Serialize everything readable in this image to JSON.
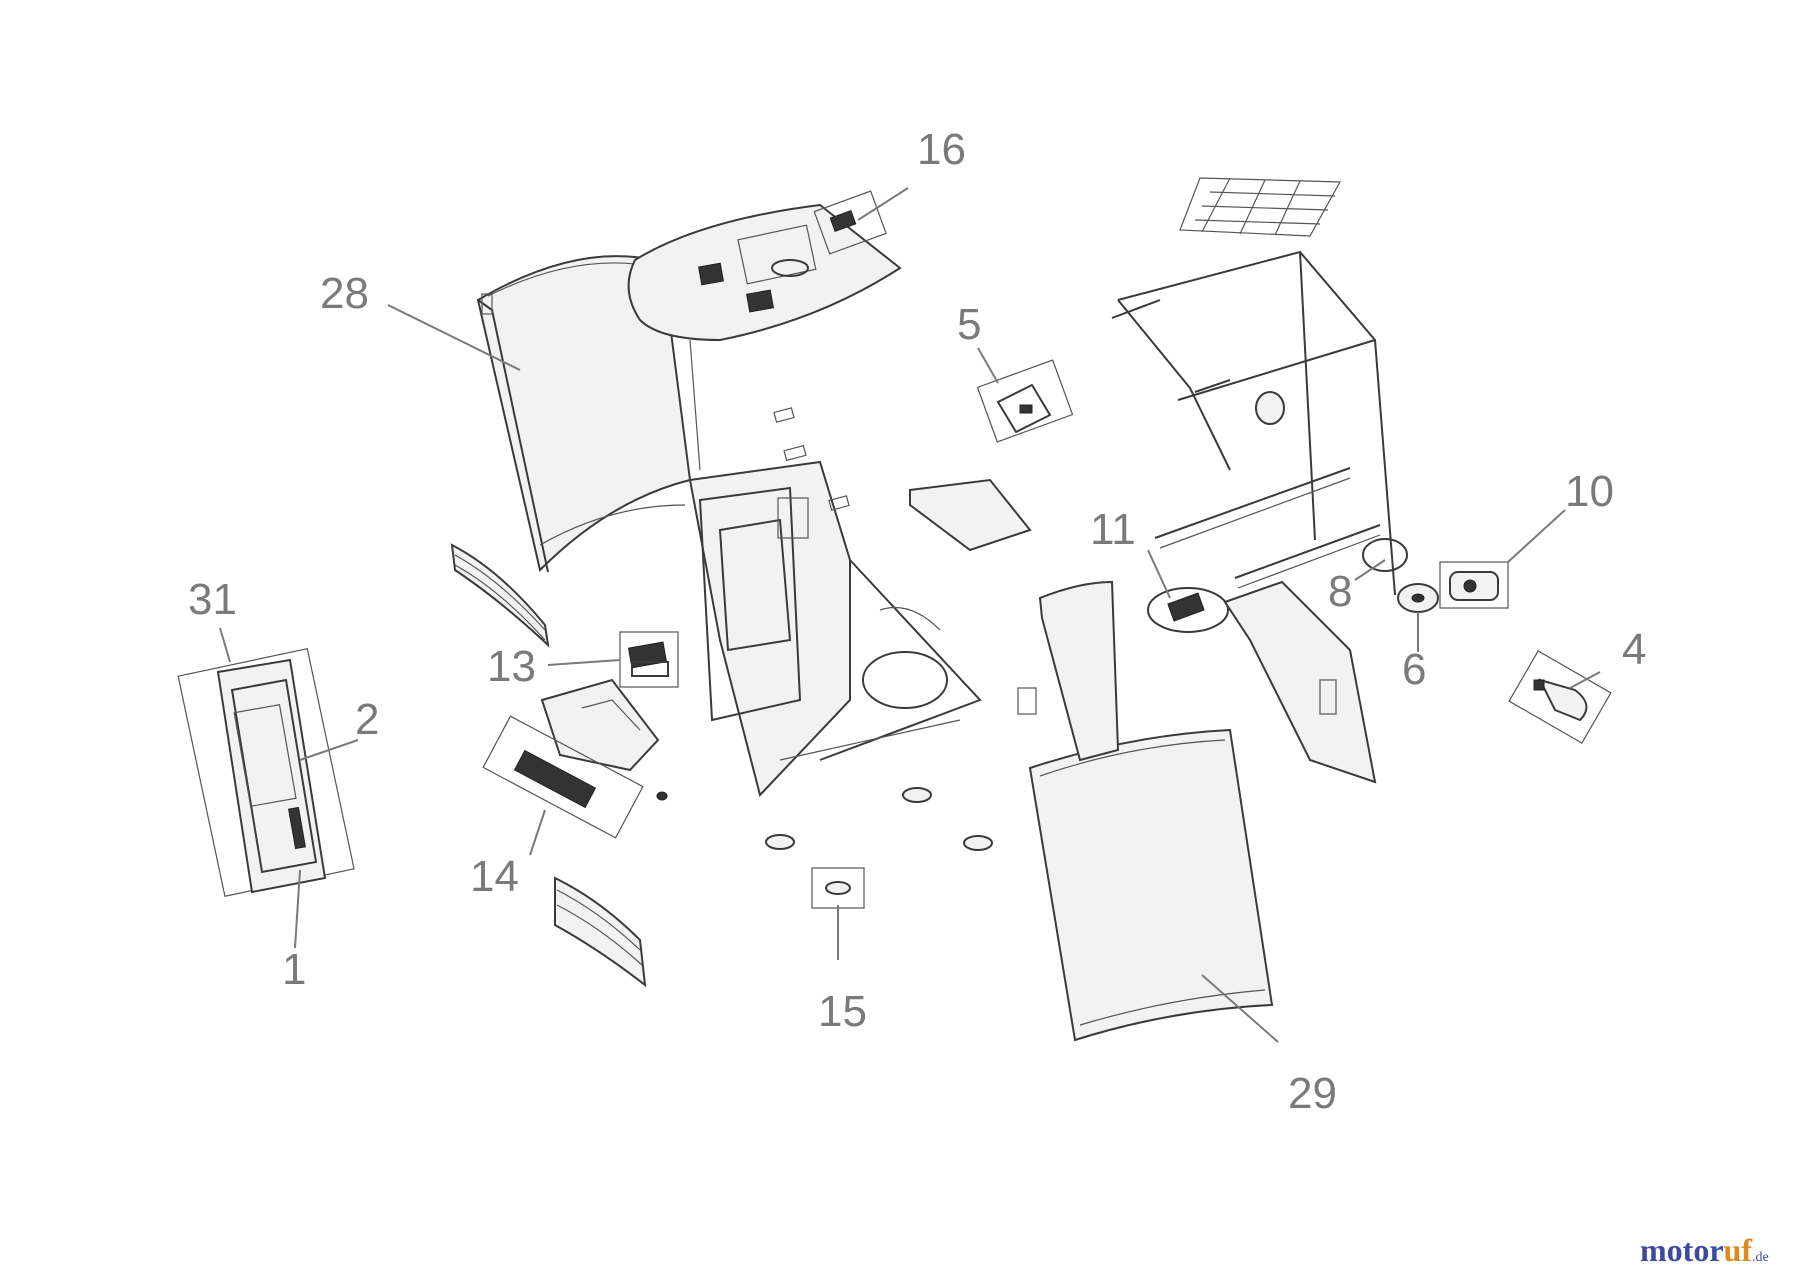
{
  "diagram": {
    "labels": {
      "p1": "1",
      "p2": "2",
      "p4": "4",
      "p5": "5",
      "p6": "6",
      "p8": "8",
      "p10": "10",
      "p11": "11",
      "p13": "13",
      "p14": "14",
      "p15": "15",
      "p16": "16",
      "p28": "28",
      "p29": "29",
      "p31": "31"
    }
  },
  "logo": {
    "main": "motor",
    "accent": "uf",
    "domain": ".de"
  }
}
